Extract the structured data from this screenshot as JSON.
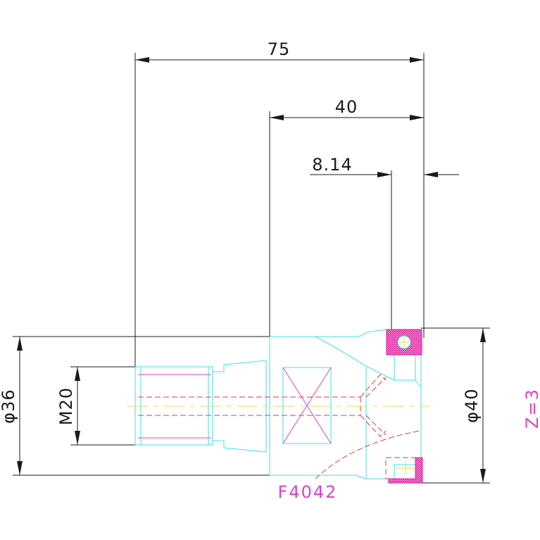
{
  "drawing": {
    "dimensions": {
      "overall_length": "75",
      "head_length": "40",
      "insert_offset": "8.14",
      "shank_diameter": "φ36",
      "thread": "M20",
      "cutting_diameter": "φ40"
    },
    "part_number": "F4042",
    "teeth_note": "Z=3",
    "colors": {
      "dimension": "#1a1a1a",
      "body_outline": "#3fe0e8",
      "hidden_lines": "#e83a3a",
      "center_line": "#e8e03a",
      "insert_fill": "#e020a0",
      "annotation": "#e040c8"
    }
  }
}
